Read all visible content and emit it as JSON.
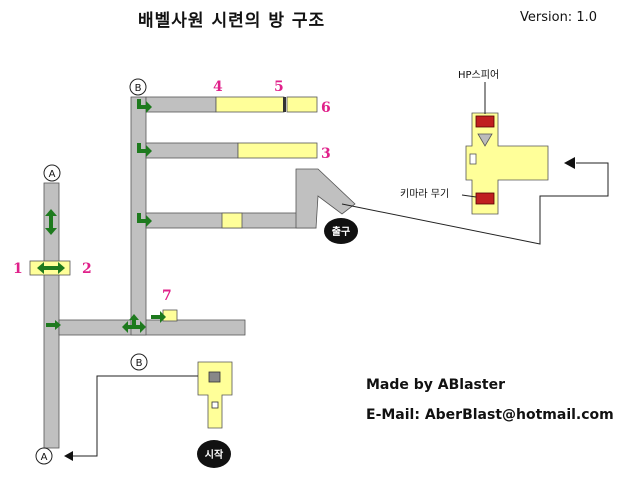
{
  "header": {
    "title": "배벨사원 시련의 방 구조",
    "version": "Version: 1.0"
  },
  "credits": {
    "made_by": "Made by ABlaster",
    "email": "E-Mail: AberBlast@hotmail.com"
  },
  "map": {
    "points": {
      "a": "A",
      "b": "B"
    },
    "numbers": {
      "n1": "1",
      "n2": "2",
      "n3": "3",
      "n4": "4",
      "n5": "5",
      "n6": "6",
      "n7": "7"
    },
    "exit_label": "출구",
    "start_label": "시작",
    "hp_sphere_label": "HP스피어",
    "chimera_weapon_label": "키마라 무기"
  },
  "colors": {
    "corridor": "#c0c0c0",
    "room": "#ffff99",
    "arrow": "#1e7a1e",
    "number": "#e0208a",
    "chest": "#c02020"
  }
}
